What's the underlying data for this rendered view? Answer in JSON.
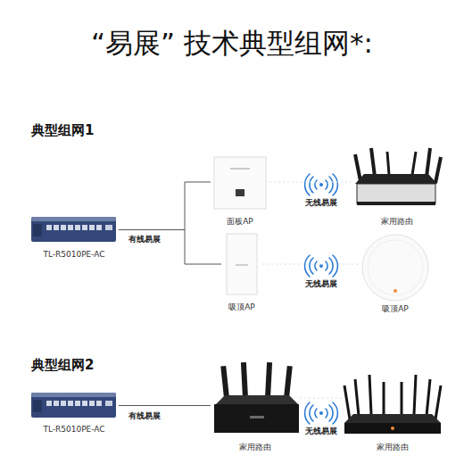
{
  "diagram": {
    "title": "“易展” 技术典型组网*:",
    "nodes": [
      {
        "text": [
          "TL-R5010PE-AC"
        ]
      },
      {
        "text": [
          "面板AP"
        ]
      },
      {
        "text": [
          "吸顶AP"
        ]
      },
      {
        "text": [
          "家用路由"
        ]
      },
      {
        "text": [
          "吸顶AP"
        ]
      },
      {
        "text": [
          "TL-R5010PE-AC"
        ]
      },
      {
        "text": [
          "家用路由"
        ]
      },
      {
        "text": [
          "家用路由"
        ]
      }
    ],
    "edges": [
      {
        "from": 0,
        "to": 1,
        "label": "有线易展",
        "arrow": "none"
      },
      {
        "from": 0,
        "to": 2,
        "arrow": "none"
      },
      {
        "from": 1,
        "to": 3,
        "label": "无线易展",
        "arrow": "none"
      },
      {
        "from": 2,
        "to": 4,
        "label": "无线易展",
        "arrow": "none"
      },
      {
        "from": 5,
        "to": 6,
        "label": "有线易展",
        "arrow": "none"
      },
      {
        "from": 6,
        "to": 7,
        "label": "无线易展",
        "arrow": "none"
      }
    ],
    "labels": [
      "典型组网1",
      "典型组网2"
    ]
  }
}
